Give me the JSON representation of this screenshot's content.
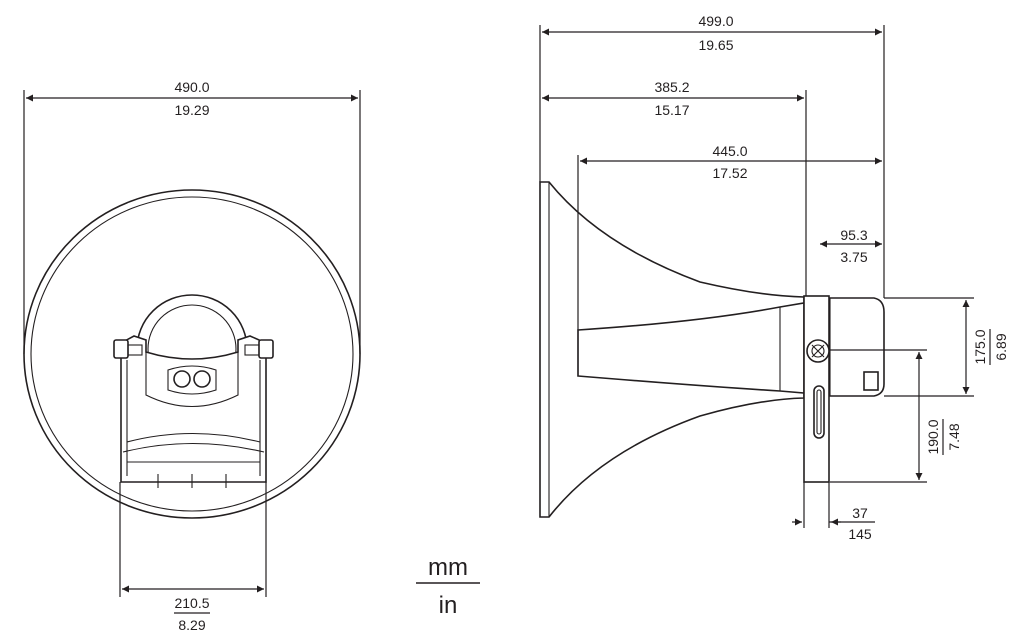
{
  "front_view": {
    "overall_width": {
      "mm": "490.0",
      "in": "19.29"
    },
    "bracket_width": {
      "mm": "210.5",
      "in": "8.29"
    }
  },
  "side_view": {
    "overall_length": {
      "mm": "499.0",
      "in": "19.65"
    },
    "mount_to_mouth": {
      "mm": "385.2",
      "in": "15.17"
    },
    "horn_length": {
      "mm": "445.0",
      "in": "17.52"
    },
    "driver_depth": {
      "mm": "95.3",
      "in": "3.75"
    },
    "driver_height": {
      "mm": "175.0",
      "in": "6.89"
    },
    "mount_height": {
      "mm": "190.0",
      "in": "7.48"
    },
    "bracket_thickness": {
      "mm": "37",
      "in": "145"
    }
  },
  "units_legend": {
    "top": "mm",
    "bottom": "in"
  }
}
